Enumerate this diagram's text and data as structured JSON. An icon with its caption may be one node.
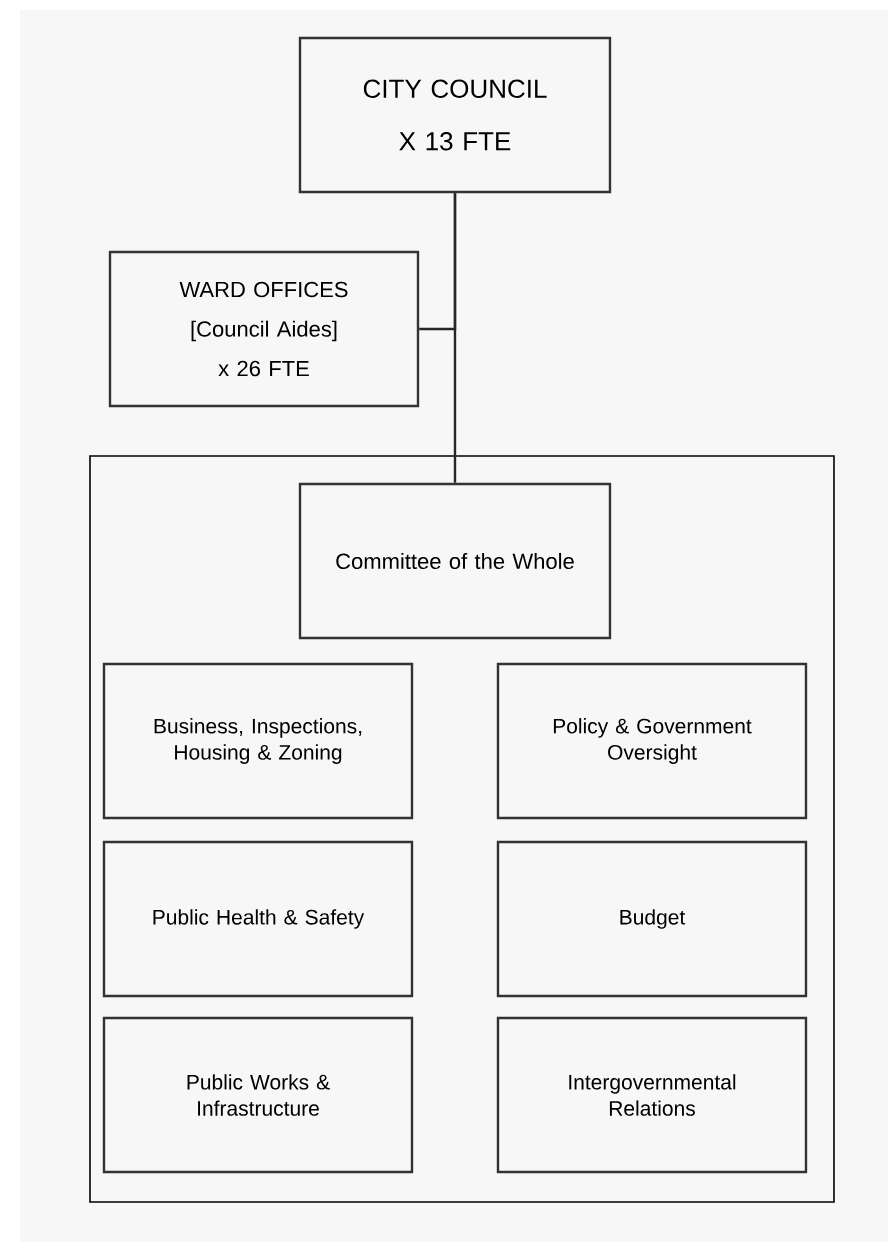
{
  "diagram": {
    "nodes": [
      {
        "text": [
          "CITY COUNCIL",
          "X 13 FTE"
        ]
      },
      {
        "text": [
          "WARD OFFICES",
          "[Council Aides]",
          "x  26 FTE"
        ]
      },
      {
        "text": [],
        "shape": "box"
      },
      {
        "text": [
          "Committee of the Whole"
        ],
        "in": 2
      },
      {
        "text": [
          "Business, Inspections, Housing & Zoning"
        ],
        "in": 2
      },
      {
        "text": [
          "Policy & Government Oversight"
        ],
        "in": 2
      },
      {
        "text": [
          "Public Health & Safety"
        ],
        "in": 2
      },
      {
        "text": [
          "Budget"
        ],
        "in": 2
      },
      {
        "text": [
          "Public Works & Infrastructure"
        ],
        "in": 2
      },
      {
        "text": [
          "Intergovernmental Relations"
        ],
        "in": 2
      }
    ],
    "edges": [
      {
        "from": 0,
        "to": 3,
        "arrow": "none"
      },
      {
        "from": 0,
        "to": 1,
        "arrow": "none"
      }
    ]
  }
}
